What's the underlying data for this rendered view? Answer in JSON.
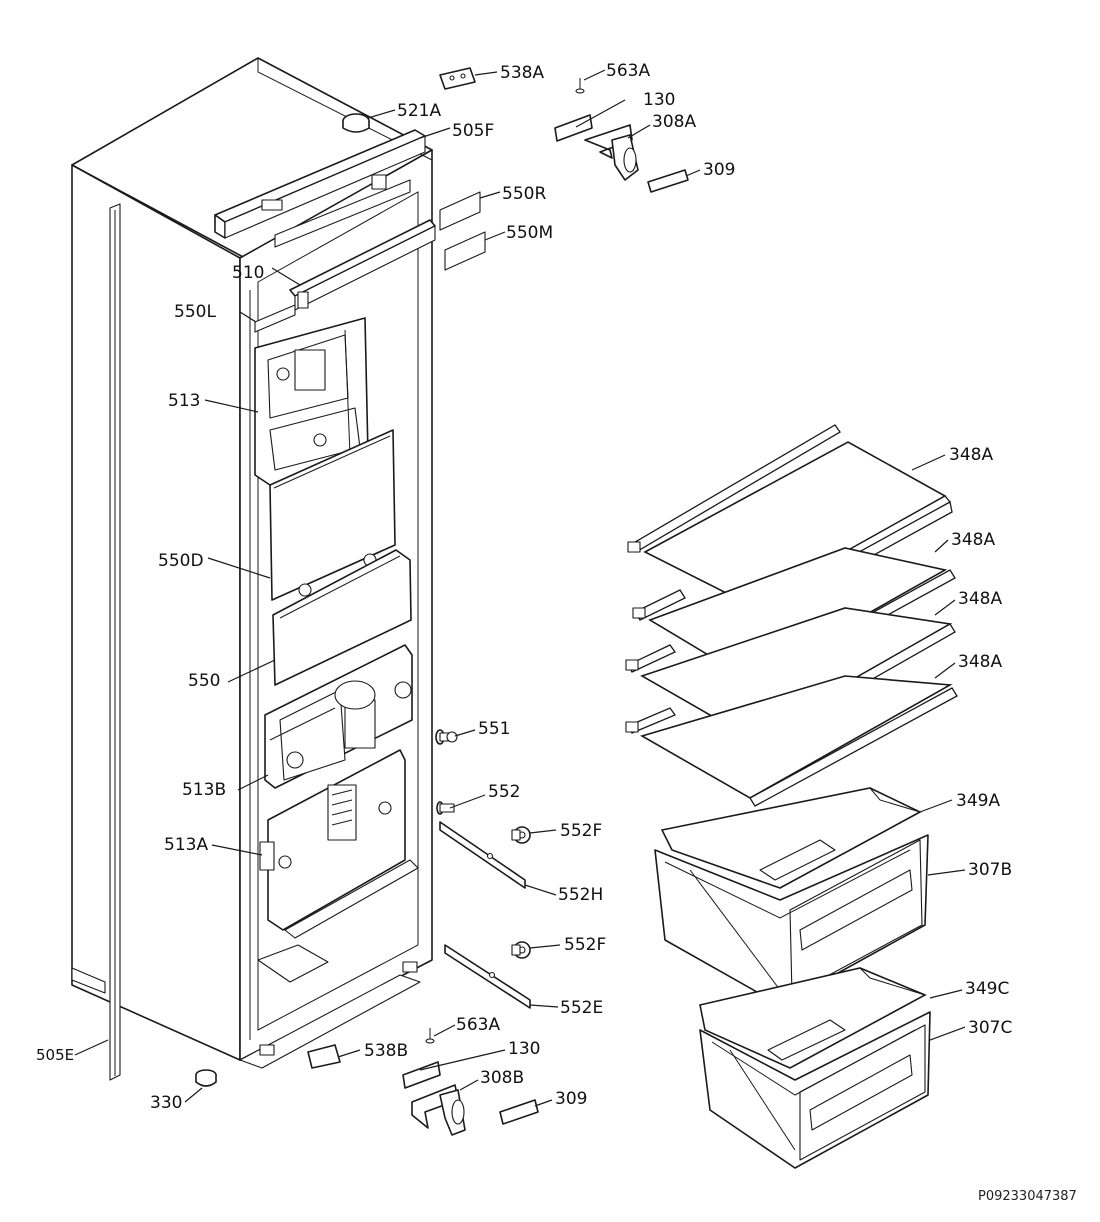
{
  "document_number": "P09233047387",
  "parts": [
    {
      "label": "538A"
    },
    {
      "label": "563A"
    },
    {
      "label": "521A"
    },
    {
      "label": "130"
    },
    {
      "label": "308A"
    },
    {
      "label": "505F"
    },
    {
      "label": "309"
    },
    {
      "label": "550R"
    },
    {
      "label": "550M"
    },
    {
      "label": "510"
    },
    {
      "label": "550L"
    },
    {
      "label": "513"
    },
    {
      "label": "550D"
    },
    {
      "label": "550"
    },
    {
      "label": "551"
    },
    {
      "label": "513B"
    },
    {
      "label": "552"
    },
    {
      "label": "552F"
    },
    {
      "label": "513A"
    },
    {
      "label": "552H"
    },
    {
      "label": "552F"
    },
    {
      "label": "552E"
    },
    {
      "label": "563A"
    },
    {
      "label": "505E"
    },
    {
      "label": "538B"
    },
    {
      "label": "130"
    },
    {
      "label": "308B"
    },
    {
      "label": "330"
    },
    {
      "label": "309"
    },
    {
      "label": "348A"
    },
    {
      "label": "348A"
    },
    {
      "label": "348A"
    },
    {
      "label": "348A"
    },
    {
      "label": "349A"
    },
    {
      "label": "307B"
    },
    {
      "label": "349C"
    },
    {
      "label": "307C"
    }
  ]
}
